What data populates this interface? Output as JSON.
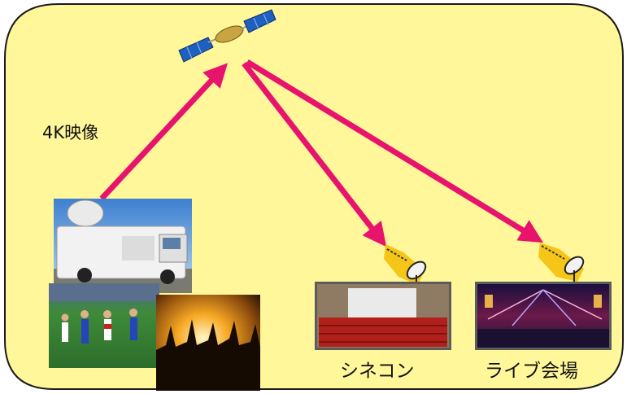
{
  "labels": {
    "uplink": "4K映像",
    "cinema": "シネコン",
    "live_venue": "ライブ会場"
  },
  "colors": {
    "background_panel": "#fff79a",
    "panel_border": "#1a1a1a",
    "arrow": "#e8136c",
    "dish": "#f5c518"
  },
  "icons": [
    "satellite-icon",
    "satellite-dish-icon"
  ],
  "images": [
    "broadcast-van-photo",
    "soccer-photo",
    "concert-crowd-photo",
    "cinema-hall-photo",
    "live-venue-photo"
  ]
}
